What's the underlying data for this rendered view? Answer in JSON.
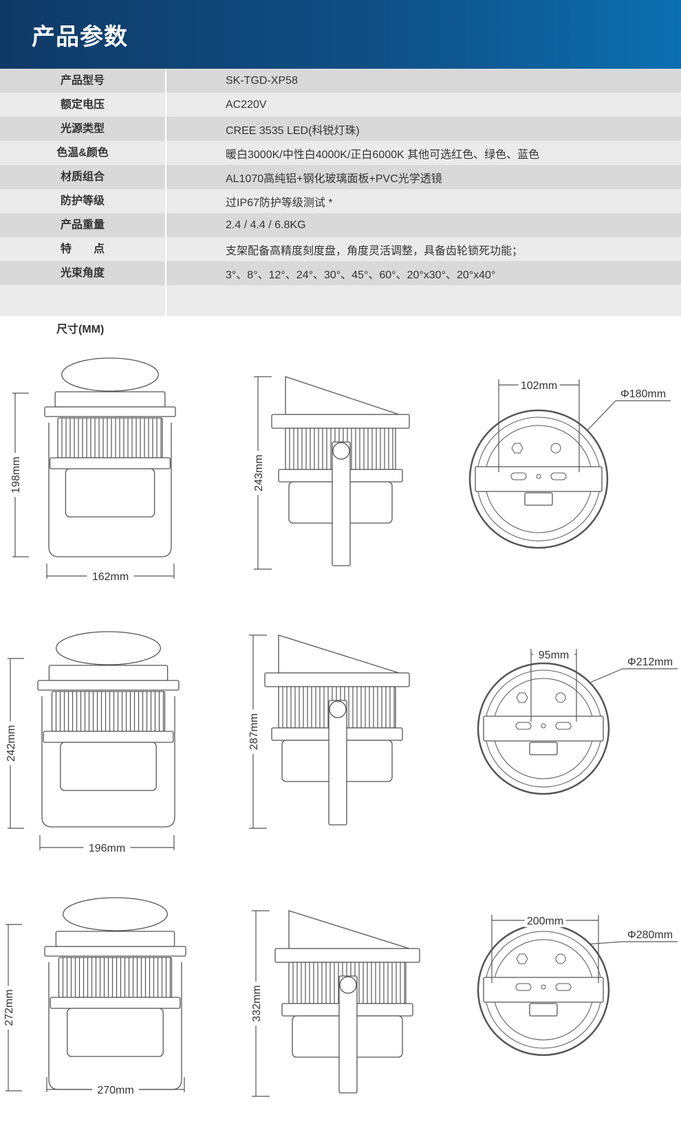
{
  "header": {
    "title": "产品参数"
  },
  "specs": [
    {
      "label": "产品型号",
      "value": "SK-TGD-XP58"
    },
    {
      "label": "额定电压",
      "value": "AC220V"
    },
    {
      "label": "光源类型",
      "value": "CREE 3535 LED(科锐灯珠)"
    },
    {
      "label": "色温&颜色",
      "value": "暖白3000K/中性白4000K/正白6000K   其他可选红色、绿色、蓝色"
    },
    {
      "label": "材质组合",
      "value": "AL1070高纯铝+钢化玻璃面板+PVC光学透镜"
    },
    {
      "label": "防护等级",
      "value": "过IP67防护等级测试 *"
    },
    {
      "label": "产品重量",
      "value": "2.4 / 4.4 / 6.8KG"
    },
    {
      "label": "特　　点",
      "value": "支架配备高精度刻度盘，角度灵活调整，具备齿轮锁死功能；"
    },
    {
      "label": "光束角度",
      "value": "3°、8°、12°、24°、30°、45°、60°、20°x30°、20°x40°"
    }
  ],
  "dimensions": {
    "title": "尺寸(MM)",
    "models": [
      {
        "front_height": "198mm",
        "front_width": "162mm",
        "side_height": "243mm",
        "hole_spacing": "102mm",
        "diameter": "Φ180mm"
      },
      {
        "front_height": "242mm",
        "front_width": "196mm",
        "side_height": "287mm",
        "hole_spacing": "95mm",
        "diameter": "Φ212mm"
      },
      {
        "front_height": "272mm",
        "front_width": "270mm",
        "side_height": "332mm",
        "hole_spacing": "200mm",
        "diameter": "Φ280mm"
      }
    ]
  },
  "colors": {
    "header_start": "#0f3a66",
    "header_end": "#0c6fb0",
    "row_dark": "#d9d9d9",
    "row_light": "#ebebeb",
    "line": "#555555"
  }
}
